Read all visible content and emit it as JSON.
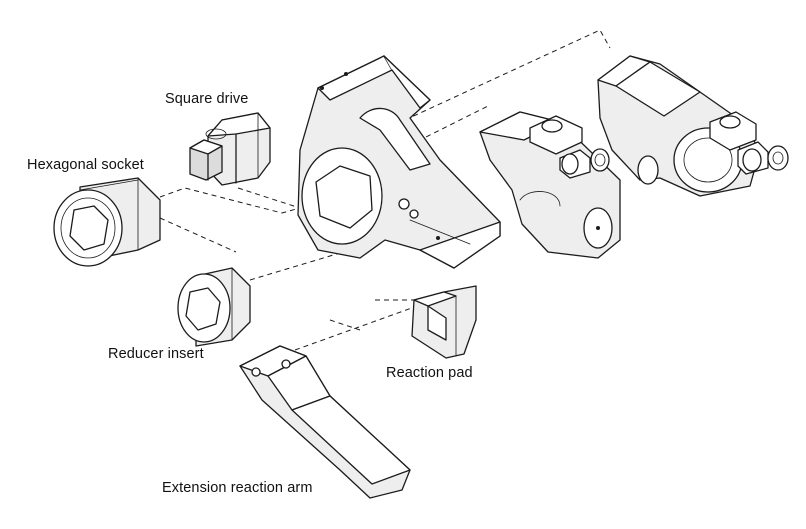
{
  "labels": {
    "square_drive": "Square drive",
    "hexagonal_socket": "Hexagonal socket",
    "reducer_insert": "Reducer insert",
    "reaction_pad": "Reaction pad",
    "extension_reaction_arm": "Extension reaction arm"
  },
  "colors": {
    "line": "#1c1c1c",
    "background": "#ffffff",
    "shade": "#eeeeee"
  }
}
